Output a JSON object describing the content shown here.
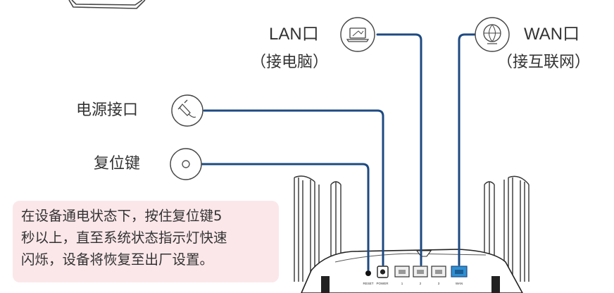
{
  "labels": {
    "lan_port": "LAN口",
    "lan_desc": "（接电脑）",
    "wan_port": "WAN口",
    "wan_desc": "（接互联网）",
    "power_port": "电源接口",
    "reset_button": "复位键"
  },
  "tip": {
    "lines": [
      "在设备通电状态下，按住复位键5",
      "秒以上，直至系统状态指示灯快速",
      "闪烁，设备将恢复至出厂设置。"
    ]
  },
  "panel_labels": {
    "reset": "RESET",
    "power": "POWER",
    "lan1": "1",
    "lan2": "2",
    "lan3": "3",
    "wan": "WAN"
  },
  "colors": {
    "leader_line": "#1d4a82",
    "tip_background": "#fbe7ea",
    "wan_port": "#2f8fd1"
  },
  "icons": {
    "lan": "laptop-icon",
    "wan": "globe-icon",
    "power": "power-plug-icon",
    "reset": "reset-button-icon"
  }
}
